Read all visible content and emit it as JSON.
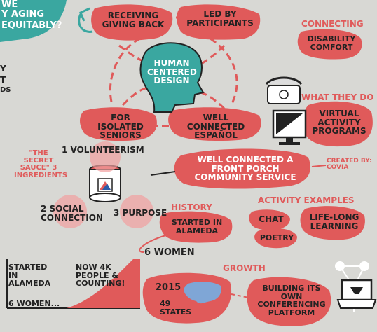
{
  "top_left": {
    "bubble_line1": "WE",
    "bubble_line2": "Y AGING",
    "bubble_line3": "EQUITABLY?",
    "side_line1": "Y",
    "side_line2": "T",
    "side_line3": "DS"
  },
  "hcd": {
    "center": "HUMAN CENTERED DESIGN",
    "receiving": "RECEIVING GIVING BACK",
    "led_by": "LED BY PARTICIPANTS",
    "isolated": "FOR ISOLATED SENIORS",
    "espanol": "WELL CONNECTED ESPAÑOL"
  },
  "connecting": {
    "title": "CONNECTING",
    "disability": "DISABILITY COMFORT"
  },
  "what_they_do": {
    "title": "WHAT THEY DO",
    "virtual": "VIRTUAL ACTIVITY PROGRAMS"
  },
  "banner": {
    "text": "WELL CONNECTED A FRONT PORCH COMMUNITY SERVICE",
    "created_by": "CREATED BY: COVIA"
  },
  "sauce": {
    "label": "\"THE SECRET SAUCE\" 3 INGREDIENTS",
    "one": "1 VOLUNTEERISM",
    "two": "2 SOCIAL CONNECTION",
    "three": "3 PURPOSE"
  },
  "history": {
    "title": "HISTORY",
    "started": "STARTED IN ALAMEDA",
    "women": "6 WOMEN"
  },
  "activity": {
    "title": "ACTIVITY EXAMPLES",
    "chat": "CHAT",
    "poetry": "POETRY",
    "lifelong": "LIFE-LONG LEARNING"
  },
  "growth_chart": {
    "started": "STARTED IN ALAMEDA",
    "now": "NOW 4K PEOPLE & COUNTING!",
    "women": "6 WOMEN..."
  },
  "growth": {
    "title": "GROWTH",
    "year": "2015",
    "states": "49 STATES",
    "building": "BUILDING ITS OWN CONFERENCING PLATFORM"
  },
  "colors": {
    "blob": "#e05a5a",
    "blob_light": "#f2a0a0",
    "ink": "#222222",
    "teal": "#3aa7a0",
    "bg": "#d8d8d4"
  }
}
